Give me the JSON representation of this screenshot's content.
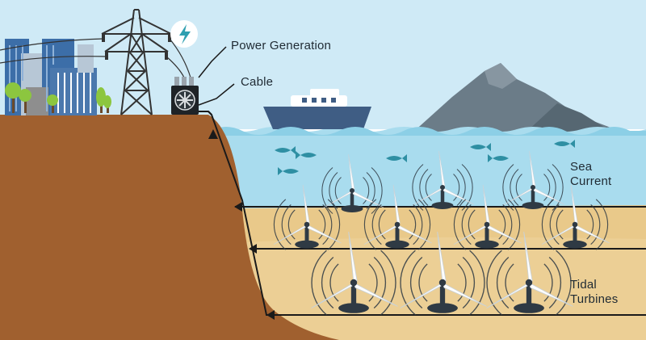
{
  "labels": {
    "power_generation": "Power Generation",
    "cable": "Cable",
    "sea_current_line1": "Sea",
    "sea_current_line2": "Current",
    "tidal_turbines_line1": "Tidal",
    "tidal_turbines_line2": "Turbines"
  },
  "colors": {
    "sky": "#cfeaf6",
    "sea": "#a9dcee",
    "sand": "#e9c98a",
    "land": "#a0602f",
    "cable": "#1a1a1a",
    "turbine_blade": "#ffffff",
    "turbine_base": "#2f3a44",
    "mountain": "#6b7c88",
    "ship_hull": "#3f5d84",
    "fish": "#2e8fa3",
    "lightning_badge": "#2f9fb0"
  },
  "icons": {
    "lightning": "lightning-bolt-icon",
    "pylon": "transmission-tower-icon",
    "generator": "power-generator-icon"
  }
}
